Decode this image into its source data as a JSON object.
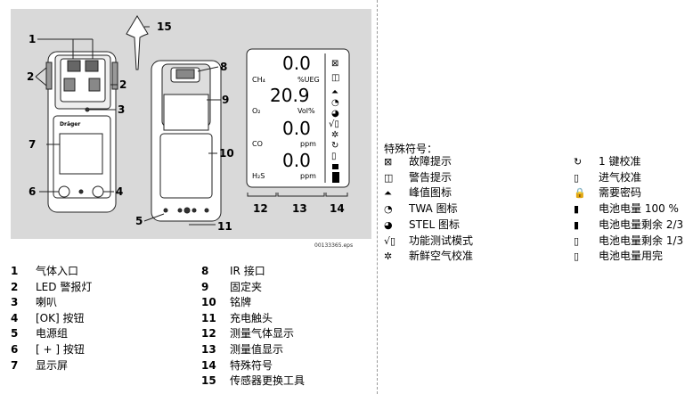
{
  "figure": {
    "callouts": [
      "1",
      "2",
      "2",
      "3",
      "4",
      "5",
      "6",
      "7",
      "8",
      "9",
      "10",
      "11",
      "12",
      "13",
      "14",
      "15"
    ],
    "display": {
      "rows": [
        {
          "gas": "CH₄",
          "value": "0.0",
          "unit": "%UEG"
        },
        {
          "gas": "O₂",
          "value": "20.9",
          "unit": "Vol%"
        },
        {
          "gas": "CO",
          "value": "0.0",
          "unit": "ppm"
        },
        {
          "gas": "H₂S",
          "value": "0.0",
          "unit": "ppm"
        }
      ]
    },
    "brand": "Dräger",
    "image_id": "00133365.eps"
  },
  "parts_left": [
    {
      "num": "1",
      "label": "气体入口"
    },
    {
      "num": "2",
      "label": "LED 警报灯"
    },
    {
      "num": "3",
      "label": "喇叭"
    },
    {
      "num": "4",
      "label": "[OK] 按钮"
    },
    {
      "num": "5",
      "label": "电源组"
    },
    {
      "num": "6",
      "label": "[ + ] 按钮"
    },
    {
      "num": "7",
      "label": "显示屏"
    }
  ],
  "parts_right": [
    {
      "num": "8",
      "label": "IR 接口"
    },
    {
      "num": "9",
      "label": "固定夹"
    },
    {
      "num": "10",
      "label": "铭牌"
    },
    {
      "num": "11",
      "label": "充电触头"
    },
    {
      "num": "12",
      "label": "测量气体显示"
    },
    {
      "num": "13",
      "label": "测量值显示"
    },
    {
      "num": "14",
      "label": "特殊符号"
    },
    {
      "num": "15",
      "label": "传感器更换工具"
    }
  ],
  "symbols_title": "特殊符号：",
  "symbols_left": [
    {
      "icon": "fault-icon",
      "glyph": "⊠",
      "label": "故障提示"
    },
    {
      "icon": "warning-icon",
      "glyph": "◫",
      "label": "警告提示"
    },
    {
      "icon": "peak-icon",
      "glyph": "⏶",
      "label": "峰值图标"
    },
    {
      "icon": "twa-icon",
      "glyph": "◔",
      "label": "TWA 图标"
    },
    {
      "icon": "stel-icon",
      "glyph": "◕",
      "label": "STEL 图标"
    },
    {
      "icon": "bump-test-icon",
      "glyph": "√▯",
      "label": "功能测试模式"
    },
    {
      "icon": "fresh-air-icon",
      "glyph": "✲",
      "label": "新鲜空气校准"
    }
  ],
  "symbols_right": [
    {
      "icon": "one-key-icon",
      "glyph": "↻",
      "label": "1 键校准"
    },
    {
      "icon": "gas-cal-icon",
      "glyph": "▯",
      "label": "进气校准"
    },
    {
      "icon": "lock-icon",
      "glyph": "🔒",
      "label": "需要密码"
    },
    {
      "icon": "battery-full-icon",
      "glyph": "▮",
      "label": "电池电量 100 %"
    },
    {
      "icon": "battery-23-icon",
      "glyph": "▮",
      "label": "电池电量剩余 2/3"
    },
    {
      "icon": "battery-13-icon",
      "glyph": "▯",
      "label": "电池电量剩余 1/3"
    },
    {
      "icon": "battery-empty-icon",
      "glyph": "▯",
      "label": "电池电量用完"
    }
  ]
}
